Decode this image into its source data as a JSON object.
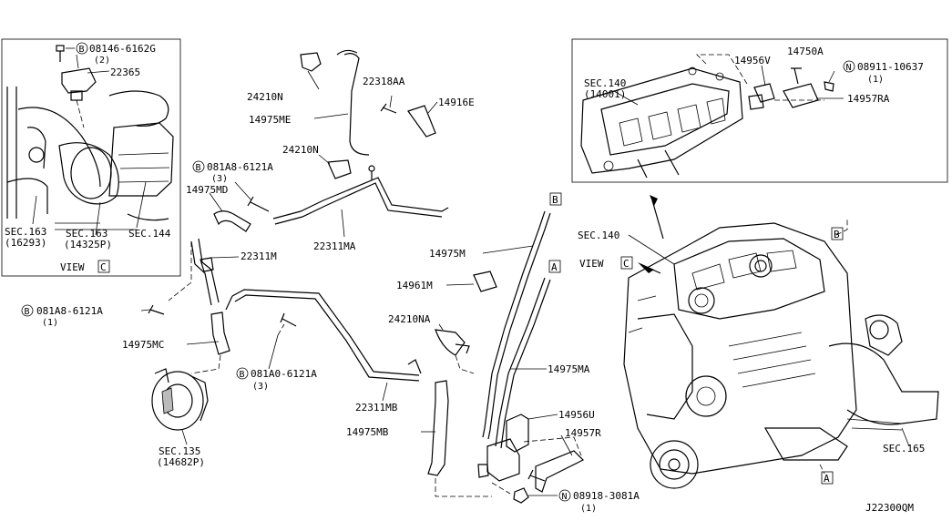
{
  "labels": {
    "l_08146": "08146-6162G",
    "l_08146_qty": "(2)",
    "l_22365": "22365",
    "l_sec163a": "SEC.163",
    "l_sec163a_sub": "(16293)",
    "l_sec163b": "SEC.163",
    "l_sec163b_sub": "(14325P)",
    "l_sec144": "SEC.144",
    "l_view_left": "VIEW",
    "l_24210n_top": "24210N",
    "l_14975me": "14975ME",
    "l_22318aa": "22318AA",
    "l_14916e": "14916E",
    "l_24210n_mid": "24210N",
    "l_081a8_top": "081A8-6121A",
    "l_081a8_top_qty": "(3)",
    "l_14975md": "14975MD",
    "l_22311m": "22311M",
    "l_22311ma": "22311MA",
    "l_081a8_left": "081A8-6121A",
    "l_081a8_left_qty": "(1)",
    "l_14975mc": "14975MC",
    "l_081a0": "081A0-6121A",
    "l_081a0_qty": "(3)",
    "l_sec135": "SEC.135",
    "l_sec135_sub": "(14682P)",
    "l_22311mb": "22311MB",
    "l_14975mb": "14975MB",
    "l_14975m": "14975M",
    "l_14961m": "14961M",
    "l_24210na": "24210NA",
    "l_14975ma": "14975MA",
    "l_14956u": "14956U",
    "l_14957r": "14957R",
    "l_08918": "08918-3081A",
    "l_08918_qty": "(1)",
    "l_sec140_top": "SEC.140",
    "l_sec140_top_sub": "(14001)",
    "l_14956v": "14956V",
    "l_14750a": "14750A",
    "l_08911": "08911-10637",
    "l_08911_qty": "(1)",
    "l_14957ra": "14957RA",
    "l_sec140_right": "SEC.140",
    "l_view_right": "VIEW",
    "l_sec165": "SEC.165",
    "diagram_code": "J22300QM"
  },
  "badges": {
    "b_B": "B",
    "n_N": "N",
    "box_A": "A",
    "box_B": "B",
    "box_C": "C"
  }
}
